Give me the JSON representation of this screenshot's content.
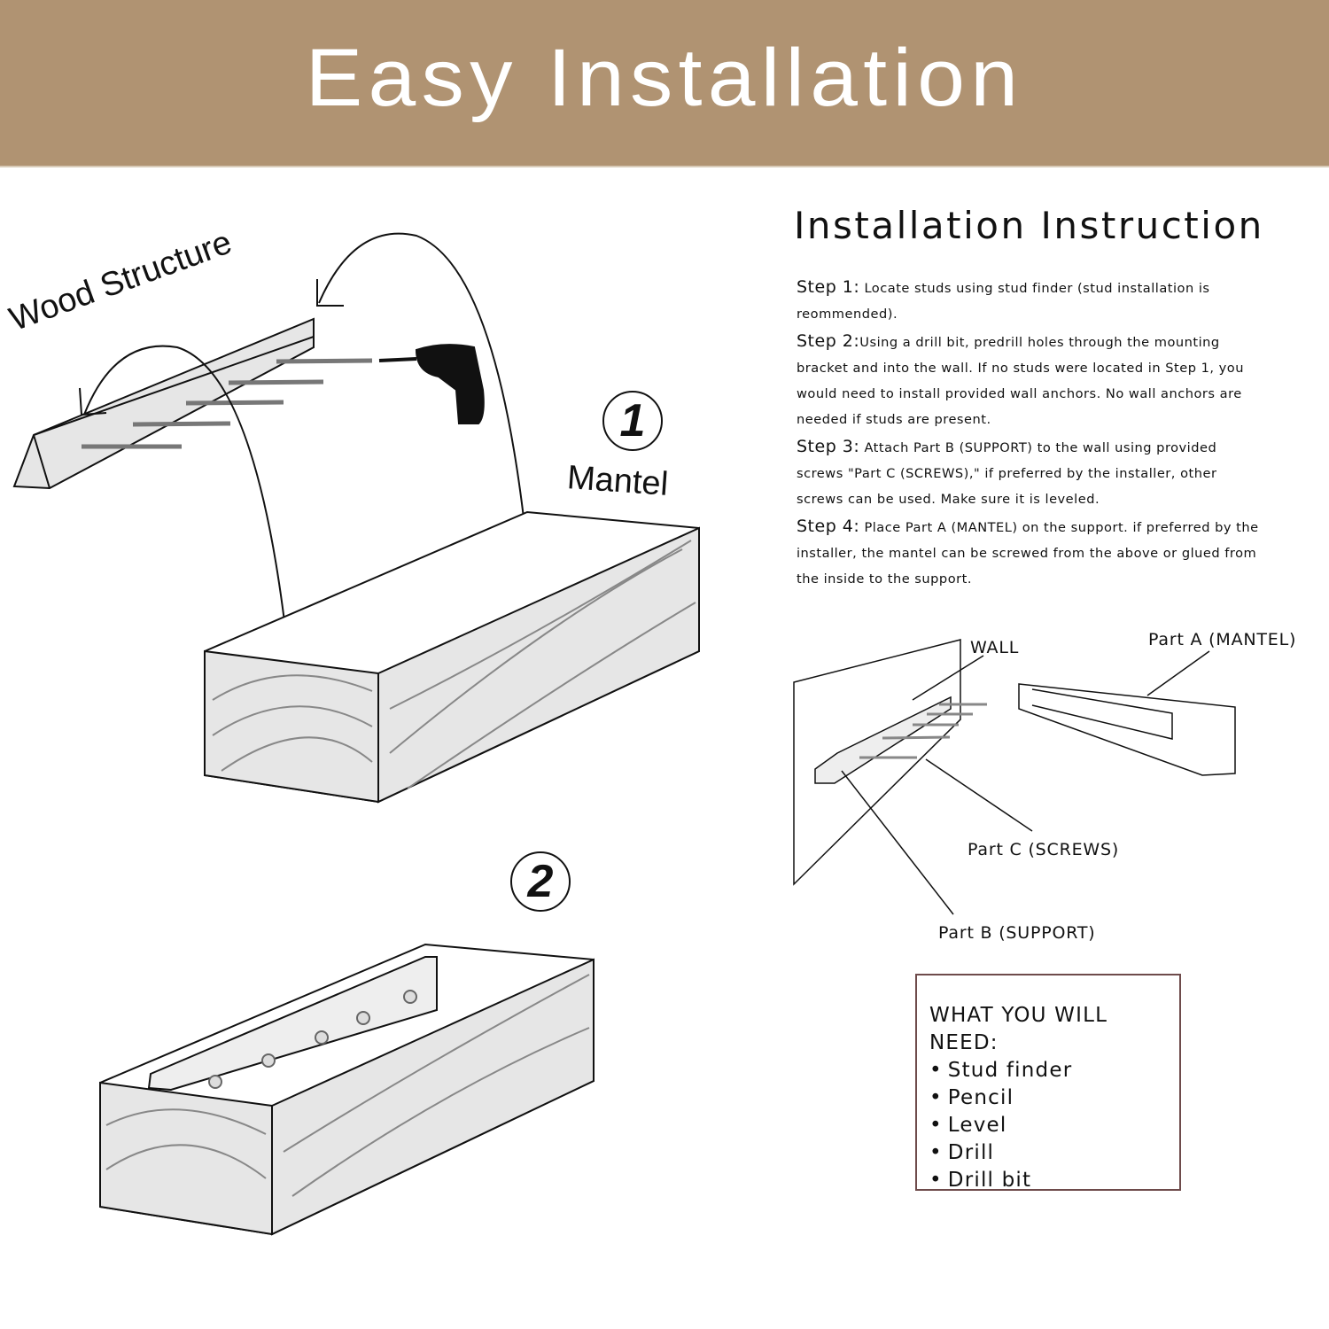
{
  "header": {
    "title": "Easy Installation"
  },
  "illustration": {
    "wood_structure_label": "Wood Structure",
    "mantel_label": "Mantel",
    "step_numbers": [
      "1",
      "2"
    ]
  },
  "instructions": {
    "title": "Installation Instruction",
    "steps": [
      {
        "label": "Step 1:",
        "text": "Locate studs using stud finder (stud installation is reommended)."
      },
      {
        "label": "Step 2:",
        "text": "Using a drill bit, predrill holes through the mounting bracket and into the wall.  If no studs were located in Step 1, you would need to install provided wall anchors.  No wall anchors are needed if studs are present."
      },
      {
        "label": "Step 3:",
        "text": "Attach Part B (SUPPORT) to the wall using provided screws \"Part C (SCREWS),\" if preferred by the installer, other screws can be used.  Make sure it is leveled."
      },
      {
        "label": "Step 4:",
        "text": "Place Part A (MANTEL) on the support. if preferred by the installer, the mantel can be screwed from the above or glued from the inside to the support."
      }
    ]
  },
  "parts_diagram": {
    "wall": "WALL",
    "part_a": "Part A (MANTEL)",
    "part_b": "Part B (SUPPORT)",
    "part_c": "Part C (SCREWS)"
  },
  "needs": {
    "title": "WHAT YOU WILL NEED:",
    "items": [
      "Stud finder",
      "Pencil",
      "Level",
      "Drill",
      "Drill bit"
    ]
  },
  "colors": {
    "header_bg": "#B09372",
    "box_border": "#6e4b4b",
    "wood_fill": "#e6e6e6"
  }
}
